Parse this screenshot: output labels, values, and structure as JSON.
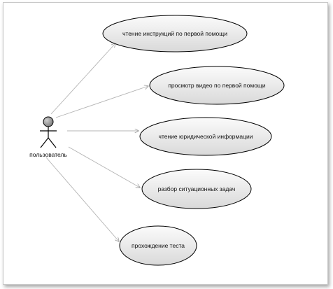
{
  "actor": {
    "label": "пользователь"
  },
  "use_cases": [
    {
      "label": "чтение инструкций по первой помощи"
    },
    {
      "label": "просмотр видео по первой помощи"
    },
    {
      "label": "чтение юридической информации"
    },
    {
      "label": "разбор ситуационных задач"
    },
    {
      "label": "прохождение теста"
    }
  ],
  "colors": {
    "ellipse_fill_light": "#fbfbfb",
    "ellipse_fill_dark": "#d9d9d9",
    "ellipse_stroke": "#000000",
    "association_line": "#b4b4b4",
    "actor_head_fill": "#9a9a9a"
  }
}
